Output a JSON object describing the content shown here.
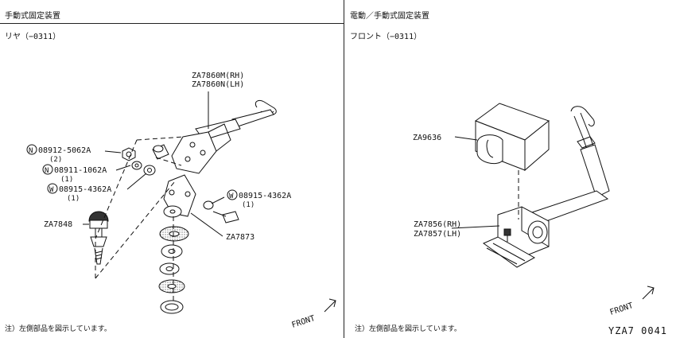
{
  "left": {
    "title": "手動式固定装置",
    "subtitle": "リヤ（−0311）",
    "labels": {
      "bracket_rh": "ZA7860M(RH)",
      "bracket_lh": "ZA7860N(LH)",
      "nut_1": "08912-5062A",
      "nut_1_qty": "(2)",
      "nut_2": "08911-1062A",
      "nut_2_qty": "(1)",
      "washer_1": "08915-4362A",
      "washer_1_qty": "(1)",
      "washer_2": "08915-4362A",
      "washer_2_qty": "(1)",
      "bolt": "ZA7848",
      "stand": "ZA7873",
      "badge_n": "N",
      "badge_w": "W"
    },
    "front_label": "FRONT",
    "note": "注）左側部品を図示しています。"
  },
  "right": {
    "title": "電動／手動式固定装置",
    "subtitle": "フロント（−0311）",
    "labels": {
      "motor": "ZA9636",
      "mech_rh": "ZA7856(RH)",
      "mech_lh": "ZA7857(LH)"
    },
    "front_label": "FRONT",
    "note": "注）左側部品を図示しています。"
  },
  "figure_code": "YZA7  0041"
}
